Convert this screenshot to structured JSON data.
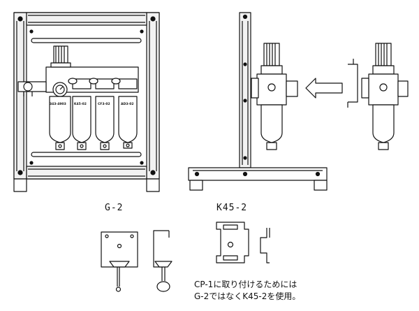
{
  "module_labels": [
    "343-4903",
    "K45-02",
    "CF3-02",
    "AD3-02"
  ],
  "parts": {
    "g2": {
      "label": "G-2"
    },
    "k45": {
      "label": "K45-2"
    }
  },
  "note": {
    "line1": "CP-1に取り付けるためには",
    "line2": "G-2ではなくK45-2を使用。"
  }
}
